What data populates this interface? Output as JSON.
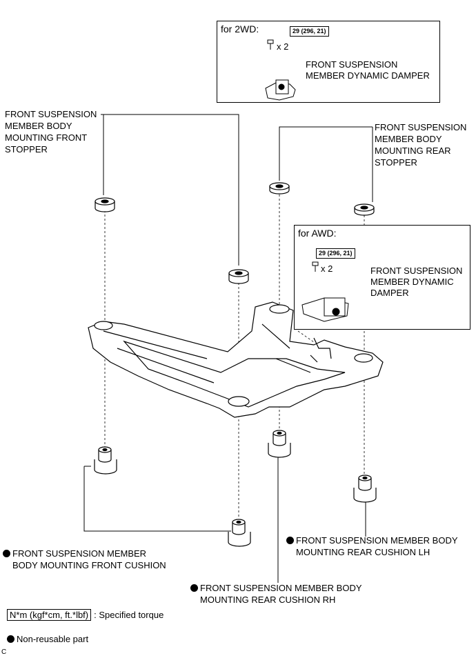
{
  "inset_2wd": {
    "title": "for 2WD:",
    "torque": "29 (296, 21)",
    "qty": "x 2",
    "label_line1": "FRONT SUSPENSION",
    "label_line2": "MEMBER DYNAMIC DAMPER"
  },
  "inset_awd": {
    "title": "for AWD:",
    "torque": "29 (296, 21)",
    "qty": "x 2",
    "label_line1": "FRONT SUSPENSION",
    "label_line2": "MEMBER DYNAMIC",
    "label_line3": "DAMPER"
  },
  "front_stopper": {
    "line1": "FRONT SUSPENSION",
    "line2": "MEMBER BODY",
    "line3": "MOUNTING FRONT",
    "line4": "STOPPER"
  },
  "rear_stopper": {
    "line1": "FRONT SUSPENSION",
    "line2": "MEMBER BODY",
    "line3": "MOUNTING REAR",
    "line4": "STOPPER"
  },
  "front_cushion": {
    "line1": "FRONT SUSPENSION MEMBER",
    "line2": "BODY MOUNTING FRONT CUSHION"
  },
  "rear_cushion_lh": {
    "line1": "FRONT SUSPENSION MEMBER BODY",
    "line2": "MOUNTING REAR CUSHION LH"
  },
  "rear_cushion_rh": {
    "line1": "FRONT SUSPENSION MEMBER BODY",
    "line2": "MOUNTING REAR CUSHION RH"
  },
  "legend": {
    "torque_unit": "N*m (kgf*cm, ft.*lbf)",
    "torque_desc": ": Specified torque",
    "nonreusable": "Non-reusable part"
  },
  "figure_code": "C"
}
